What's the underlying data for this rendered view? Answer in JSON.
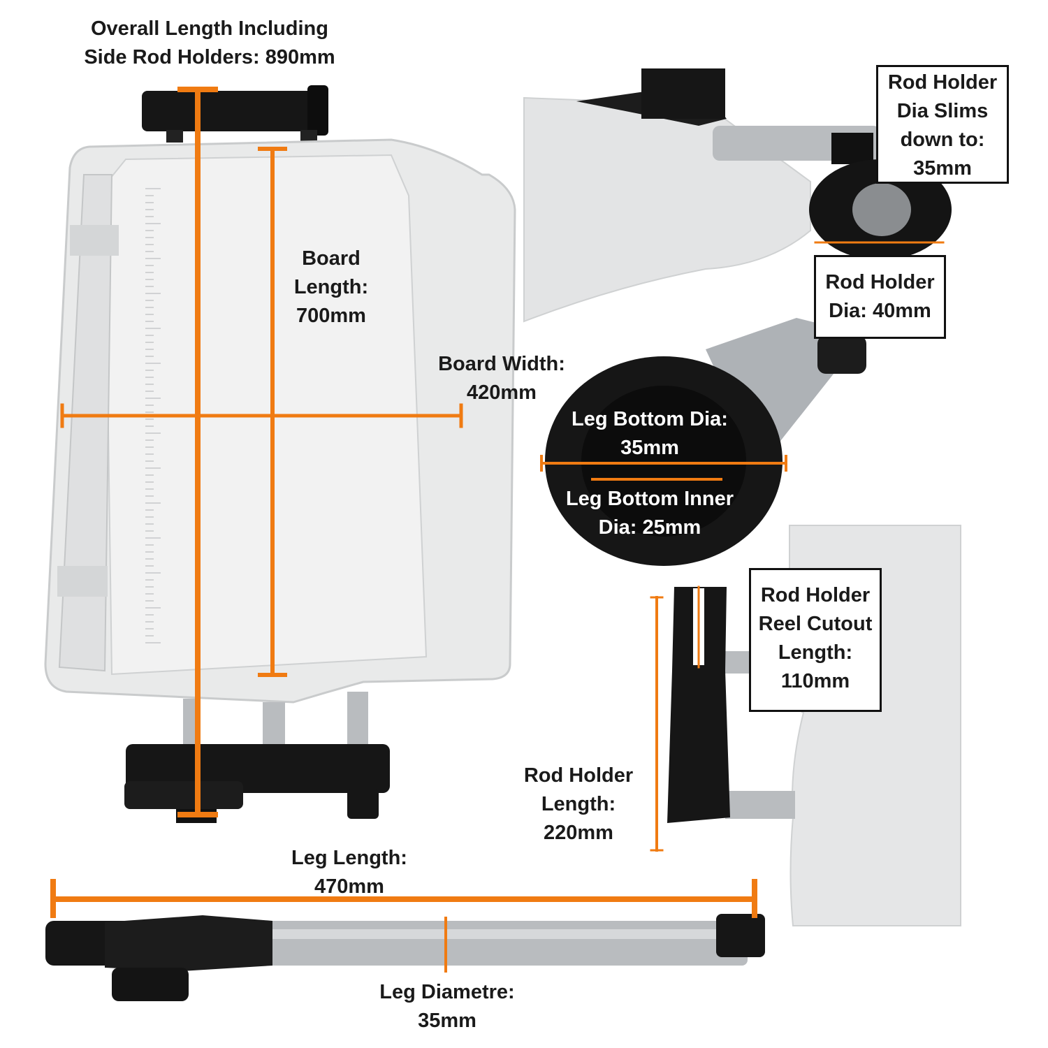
{
  "colors": {
    "dimension_line": "#f07b12",
    "board": "#e9eaea",
    "board_shadow": "#c9cbcc",
    "plastic": "#161616",
    "aluminium": "#b9bcbf"
  },
  "labels": {
    "overall_length": "Overall Length Including\nSide Rod Holders: 890mm",
    "board_length": "Board\nLength:\n700mm",
    "board_width": "Board Width:\n420mm",
    "rod_holder_slim": "Rod Holder\nDia Slims\ndown to:\n35mm",
    "rod_holder_dia": "Rod Holder\nDia: 40mm",
    "leg_bottom_dia": "Leg Bottom Dia:\n35mm",
    "leg_bottom_inner": "Leg Bottom Inner\nDia: 25mm",
    "reel_cutout": "Rod Holder\nReel Cutout\nLength:\n110mm",
    "rod_holder_length": "Rod Holder\nLength:\n220mm",
    "leg_length": "Leg Length:\n470mm",
    "leg_diametre": "Leg Diametre:\n35mm"
  }
}
